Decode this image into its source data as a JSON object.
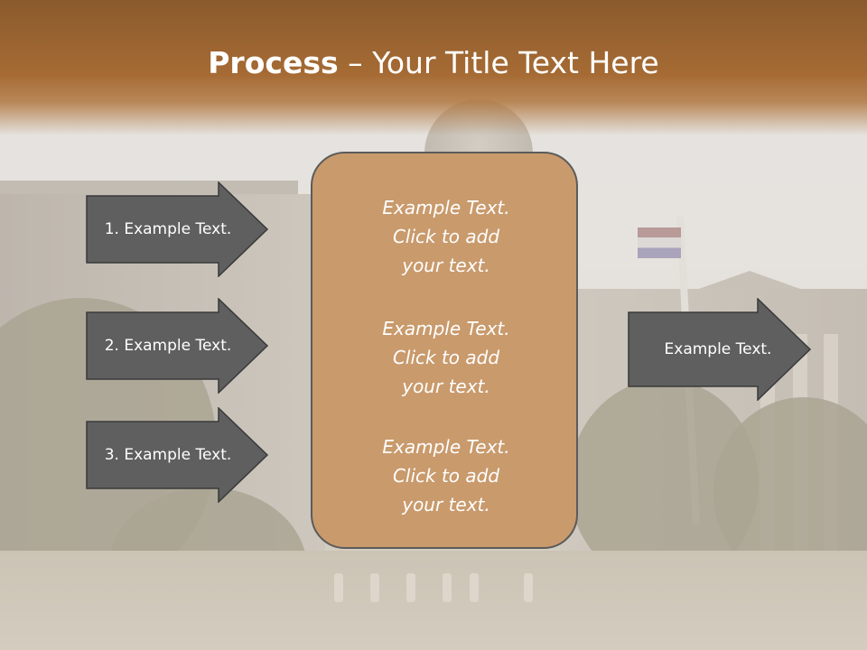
{
  "slide": {
    "title_bold": "Process",
    "title_rest": " – Your Title Text Here"
  },
  "left_arrows": [
    {
      "label": "1. Example Text."
    },
    {
      "label": "2. Example Text."
    },
    {
      "label": "3. Example Text."
    }
  ],
  "center_box": {
    "paragraphs": [
      {
        "line1": "Example Text.",
        "line2": "Click  to add",
        "line3": "your text."
      },
      {
        "line1": "Example Text.",
        "line2": "Click  to add",
        "line3": "your text."
      },
      {
        "line1": "Example Text.",
        "line2": "Click  to add",
        "line3": "your text."
      }
    ]
  },
  "right_arrow": {
    "label": "Example Text."
  },
  "colors": {
    "title_bar": "#a66b34",
    "arrow_fill": "#5f5f5f",
    "center_box_fill": "#c99a6c"
  }
}
